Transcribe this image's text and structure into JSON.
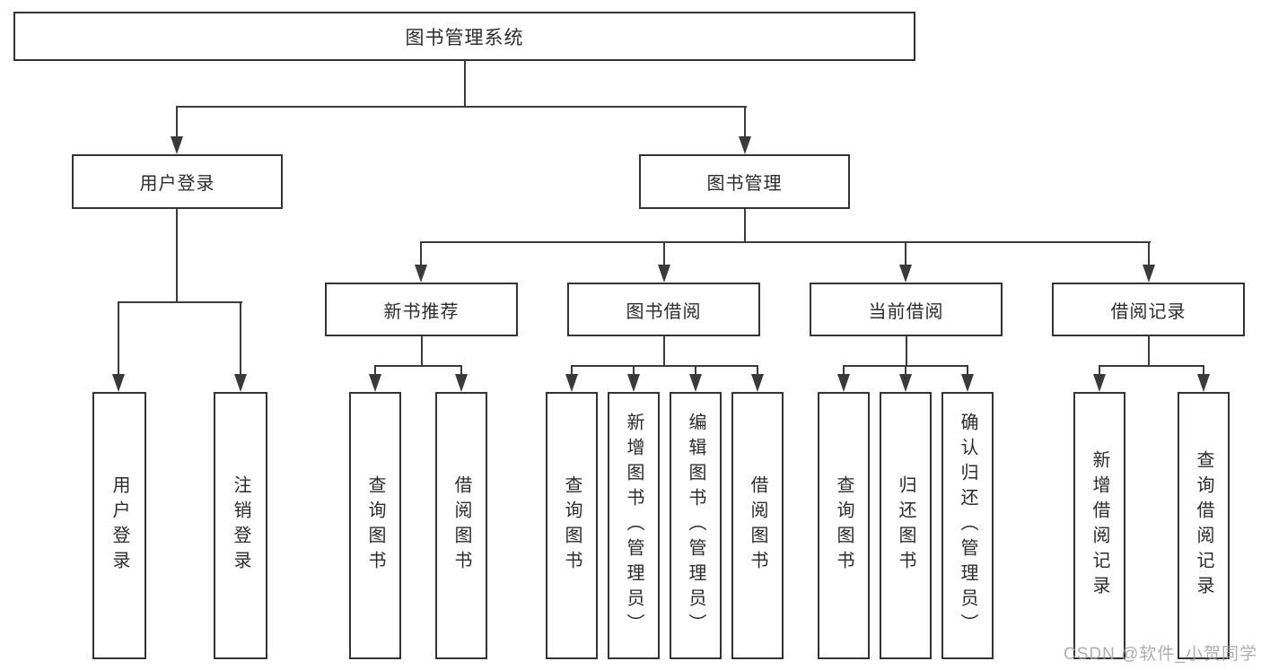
{
  "diagram": {
    "type": "hierarchy-tree",
    "colors": {
      "line": "#3a3a3a",
      "box_border": "#333333",
      "box_fill": "#ffffff",
      "text": "#2b2b2b",
      "watermark": "#a0a0a0",
      "background": "#ffffff"
    },
    "tree": {
      "label": "图书管理系统",
      "children": [
        {
          "label": "用户登录",
          "children": [
            {
              "label": "用户登录"
            },
            {
              "label": "注销登录"
            }
          ]
        },
        {
          "label": "图书管理",
          "children": [
            {
              "label": "新书推荐",
              "children": [
                {
                  "label": "查询图书"
                },
                {
                  "label": "借阅图书"
                }
              ]
            },
            {
              "label": "图书借阅",
              "children": [
                {
                  "label": "查询图书"
                },
                {
                  "label": "新增图书（管理员）"
                },
                {
                  "label": "编辑图书（管理员）"
                },
                {
                  "label": "借阅图书"
                }
              ]
            },
            {
              "label": "当前借阅",
              "children": [
                {
                  "label": "查询图书"
                },
                {
                  "label": "归还图书"
                },
                {
                  "label": "确认归还（管理员）"
                }
              ]
            },
            {
              "label": "借阅记录",
              "children": [
                {
                  "label": "新增借阅记录"
                },
                {
                  "label": "查询借阅记录"
                }
              ]
            }
          ]
        }
      ]
    },
    "watermark": "CSDN @软件_小贺同学"
  }
}
